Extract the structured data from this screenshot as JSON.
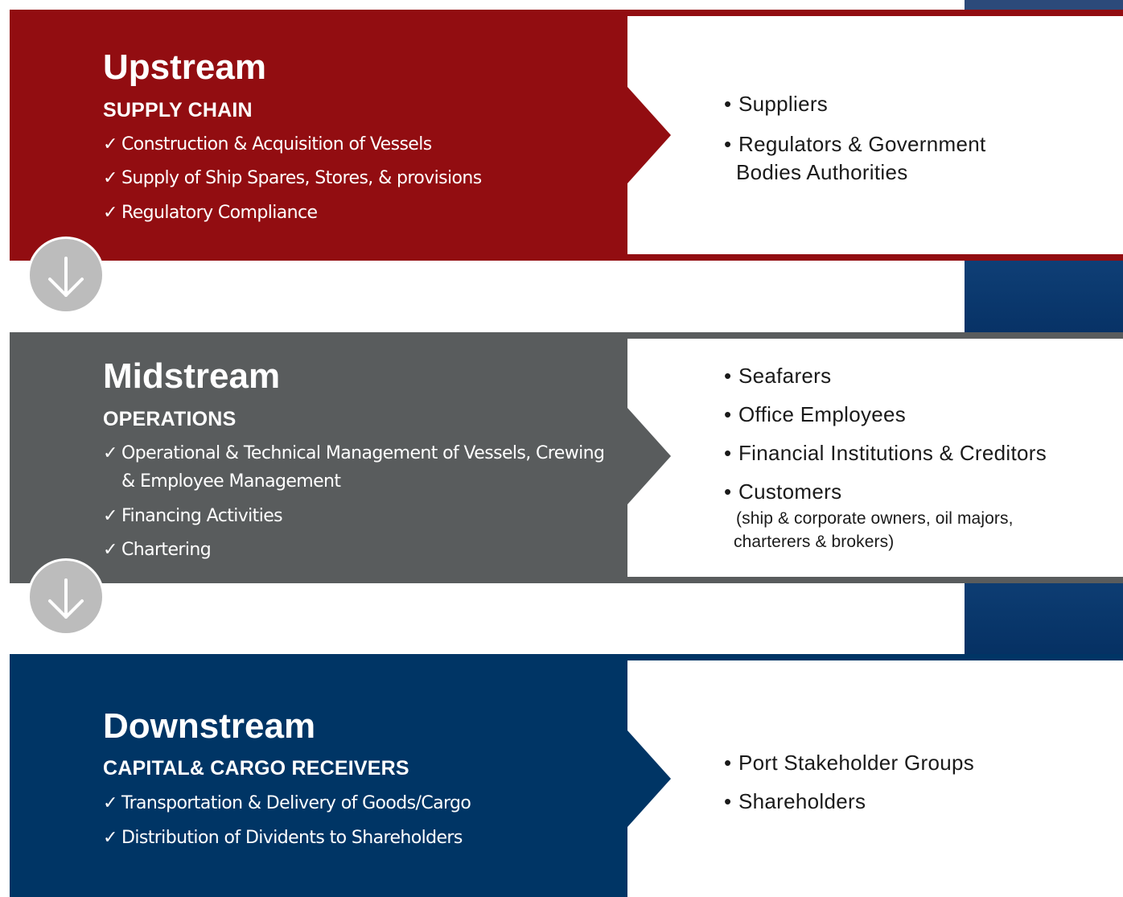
{
  "colors": {
    "upstream": "#920d11",
    "midstream": "#595c5d",
    "downstream": "#003565",
    "accent_blue": "#1e3f73"
  },
  "stages": [
    {
      "title": "Upstream",
      "subtitle": "SUPPLY CHAIN",
      "activities": [
        "Construction & Acquisition of Vessels",
        "Supply of Ship Spares, Stores, & provisions",
        "Regulatory Compliance"
      ],
      "stakeholders": [
        {
          "line1": "Suppliers"
        },
        {
          "line1": "Regulators & Government",
          "line2": "Bodies Authorities"
        }
      ]
    },
    {
      "title": "Midstream",
      "subtitle": "OPERATIONS",
      "activities": [
        "Operational & Technical Management of Vessels, Crewing",
        "& Employee Management",
        "Financing Activities",
        "Chartering"
      ],
      "stakeholders": [
        {
          "line1": "Seafarers"
        },
        {
          "line1": "Office Employees"
        },
        {
          "line1": "Financial Institutions & Creditors"
        },
        {
          "line1": "Customers",
          "note1": "(ship & corporate owners, oil majors,",
          "note2": "charterers & brokers)"
        }
      ]
    },
    {
      "title": "Downstream",
      "subtitle": "CAPITAL& CARGO RECEIVERS",
      "activities": [
        "Transportation & Delivery of Goods/Cargo",
        "Distribution of Dividents to Shareholders"
      ],
      "stakeholders": [
        {
          "line1": "Port Stakeholder Groups"
        },
        {
          "line1": "Shareholders"
        }
      ]
    }
  ],
  "icons": {
    "check": "✓",
    "bullet": "•",
    "flow_arrow": "down-arrow-icon"
  }
}
